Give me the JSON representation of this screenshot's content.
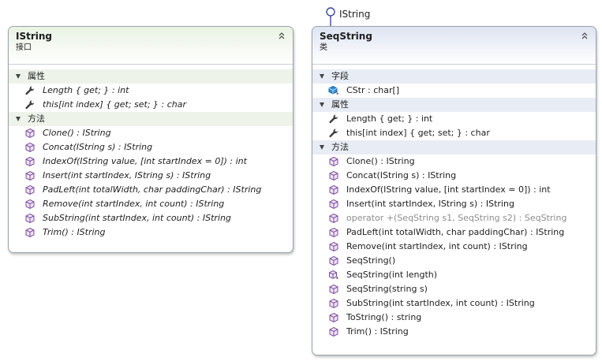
{
  "lollipop_label": "IString",
  "istring": {
    "name": "IString",
    "kind": "接口",
    "sections": {
      "properties": "属性",
      "methods": "方法"
    },
    "properties": [
      "Length { get; } : int",
      "this[int index] { get; set; } : char"
    ],
    "methods": [
      "Clone() : IString",
      "Concat(IString s) : IString",
      "IndexOf(IString value, [int startIndex = 0]) : int",
      "Insert(int startIndex, IString s) : IString",
      "PadLeft(int totalWidth, char paddingChar) : IString",
      "Remove(int startIndex, int count) : IString",
      "SubString(int startIndex, int count) : IString",
      "Trim() : IString"
    ]
  },
  "seqstring": {
    "name": "SeqString",
    "kind": "类",
    "sections": {
      "fields": "字段",
      "properties": "属性",
      "methods": "方法"
    },
    "fields": [
      "CStr : char[]"
    ],
    "properties": [
      "Length { get; } : int",
      "this[int index] { get; set; } : char"
    ],
    "methods": [
      "Clone() : IString",
      "Concat(IString s) : IString",
      "IndexOf(IString value, [int startIndex = 0]) : int",
      "Insert(int startIndex, IString s) : IString",
      "operator +(SeqString s1, SeqString s2) : SeqString",
      "PadLeft(int totalWidth, char paddingChar) : IString",
      "Remove(int startIndex, int count) : IString",
      "SeqString()",
      "SeqString(int length)",
      "SeqString(string s)",
      "SubString(int startIndex, int count) : IString",
      "ToString() : string",
      "Trim() : IString"
    ]
  }
}
